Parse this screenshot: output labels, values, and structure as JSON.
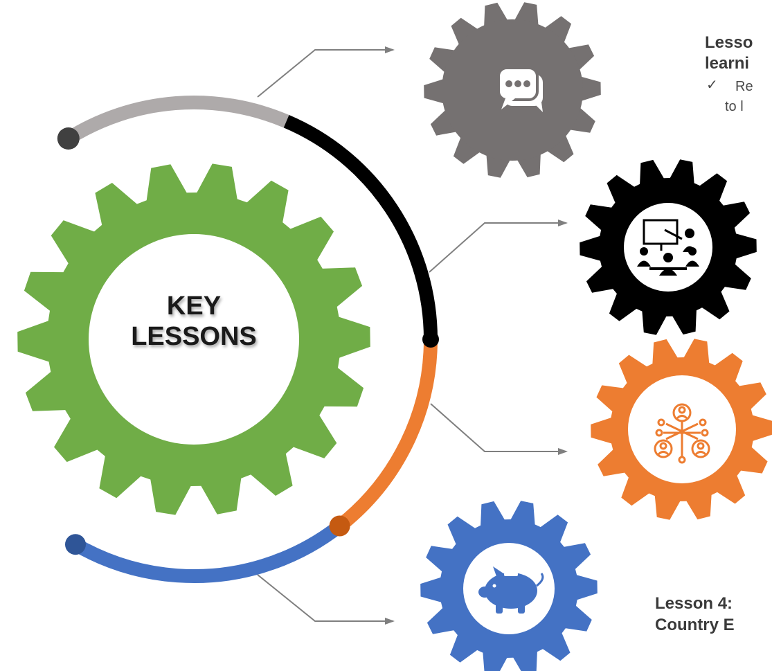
{
  "center_gear": {
    "line1": "KEY",
    "line2": "LESSONS",
    "color": "#70AD47"
  },
  "lessons": [
    {
      "icon": "chat-bubbles-icon",
      "color": "#757171",
      "title_line1": "Lesso",
      "title_line2": "learni",
      "bullet_check": "✓",
      "bullet_line1": "Re",
      "bullet_line2": "to l"
    },
    {
      "icon": "classroom-meeting-icon",
      "color": "#000000"
    },
    {
      "icon": "people-network-icon",
      "color": "#ED7D31"
    },
    {
      "icon": "piggy-bank-icon",
      "color": "#4472C4",
      "title_line1": "Lesson 4:",
      "title_line2": "Country E"
    }
  ],
  "arc_colors": {
    "gray": "#AEAAAA",
    "black": "#000000",
    "orange": "#ED7D31",
    "blue": "#4472C4"
  },
  "connector_color": "#7F7F7F"
}
